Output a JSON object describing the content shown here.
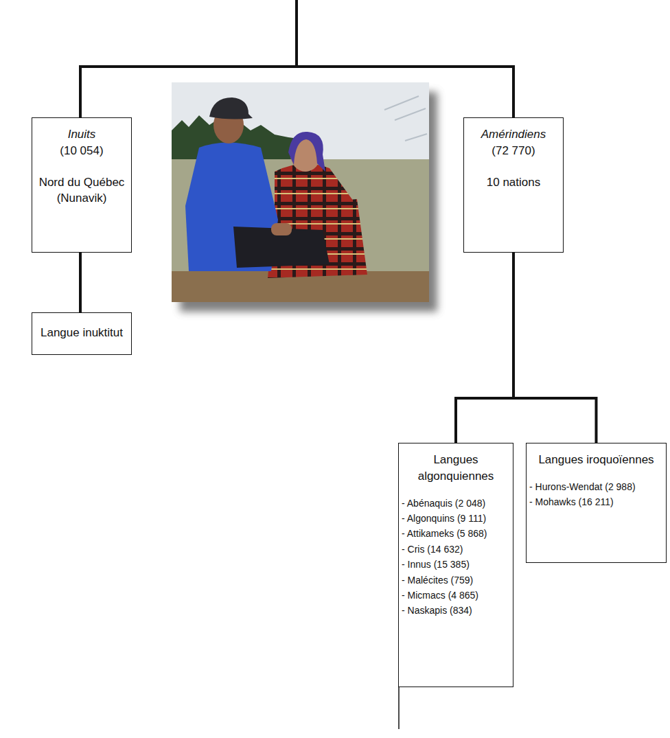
{
  "diagram": {
    "nodes": [
      {
        "text": [
          "Inuits",
          "(10 054)",
          "Nord du Québec (Nunavik)"
        ]
      },
      {
        "text": [
          "Langue inuktitut"
        ]
      },
      {
        "text": [
          "Amérindiens",
          "(72 770)",
          "10 nations"
        ]
      },
      {
        "text": [
          "Langues algonquiennes",
          "- Abénaquis (2 048)",
          "- Algonquins (9 111)",
          "- Attikameks (5 868)",
          "- Cris (14 632)",
          "- Innus (15 385)",
          "- Malécites (759)",
          "- Micmacs (4 865)",
          "- Naskapis (834)"
        ]
      },
      {
        "text": [
          "Langues iroquoïennes",
          "- Hurons-Wendat (2 988)",
          "- Mohawks (16 211)"
        ]
      }
    ],
    "edges": [
      {
        "from": 0,
        "to": 1,
        "arrow": "none"
      },
      {
        "from": 2,
        "to": 3,
        "arrow": "none"
      },
      {
        "from": 2,
        "to": 4,
        "arrow": "none"
      }
    ]
  }
}
